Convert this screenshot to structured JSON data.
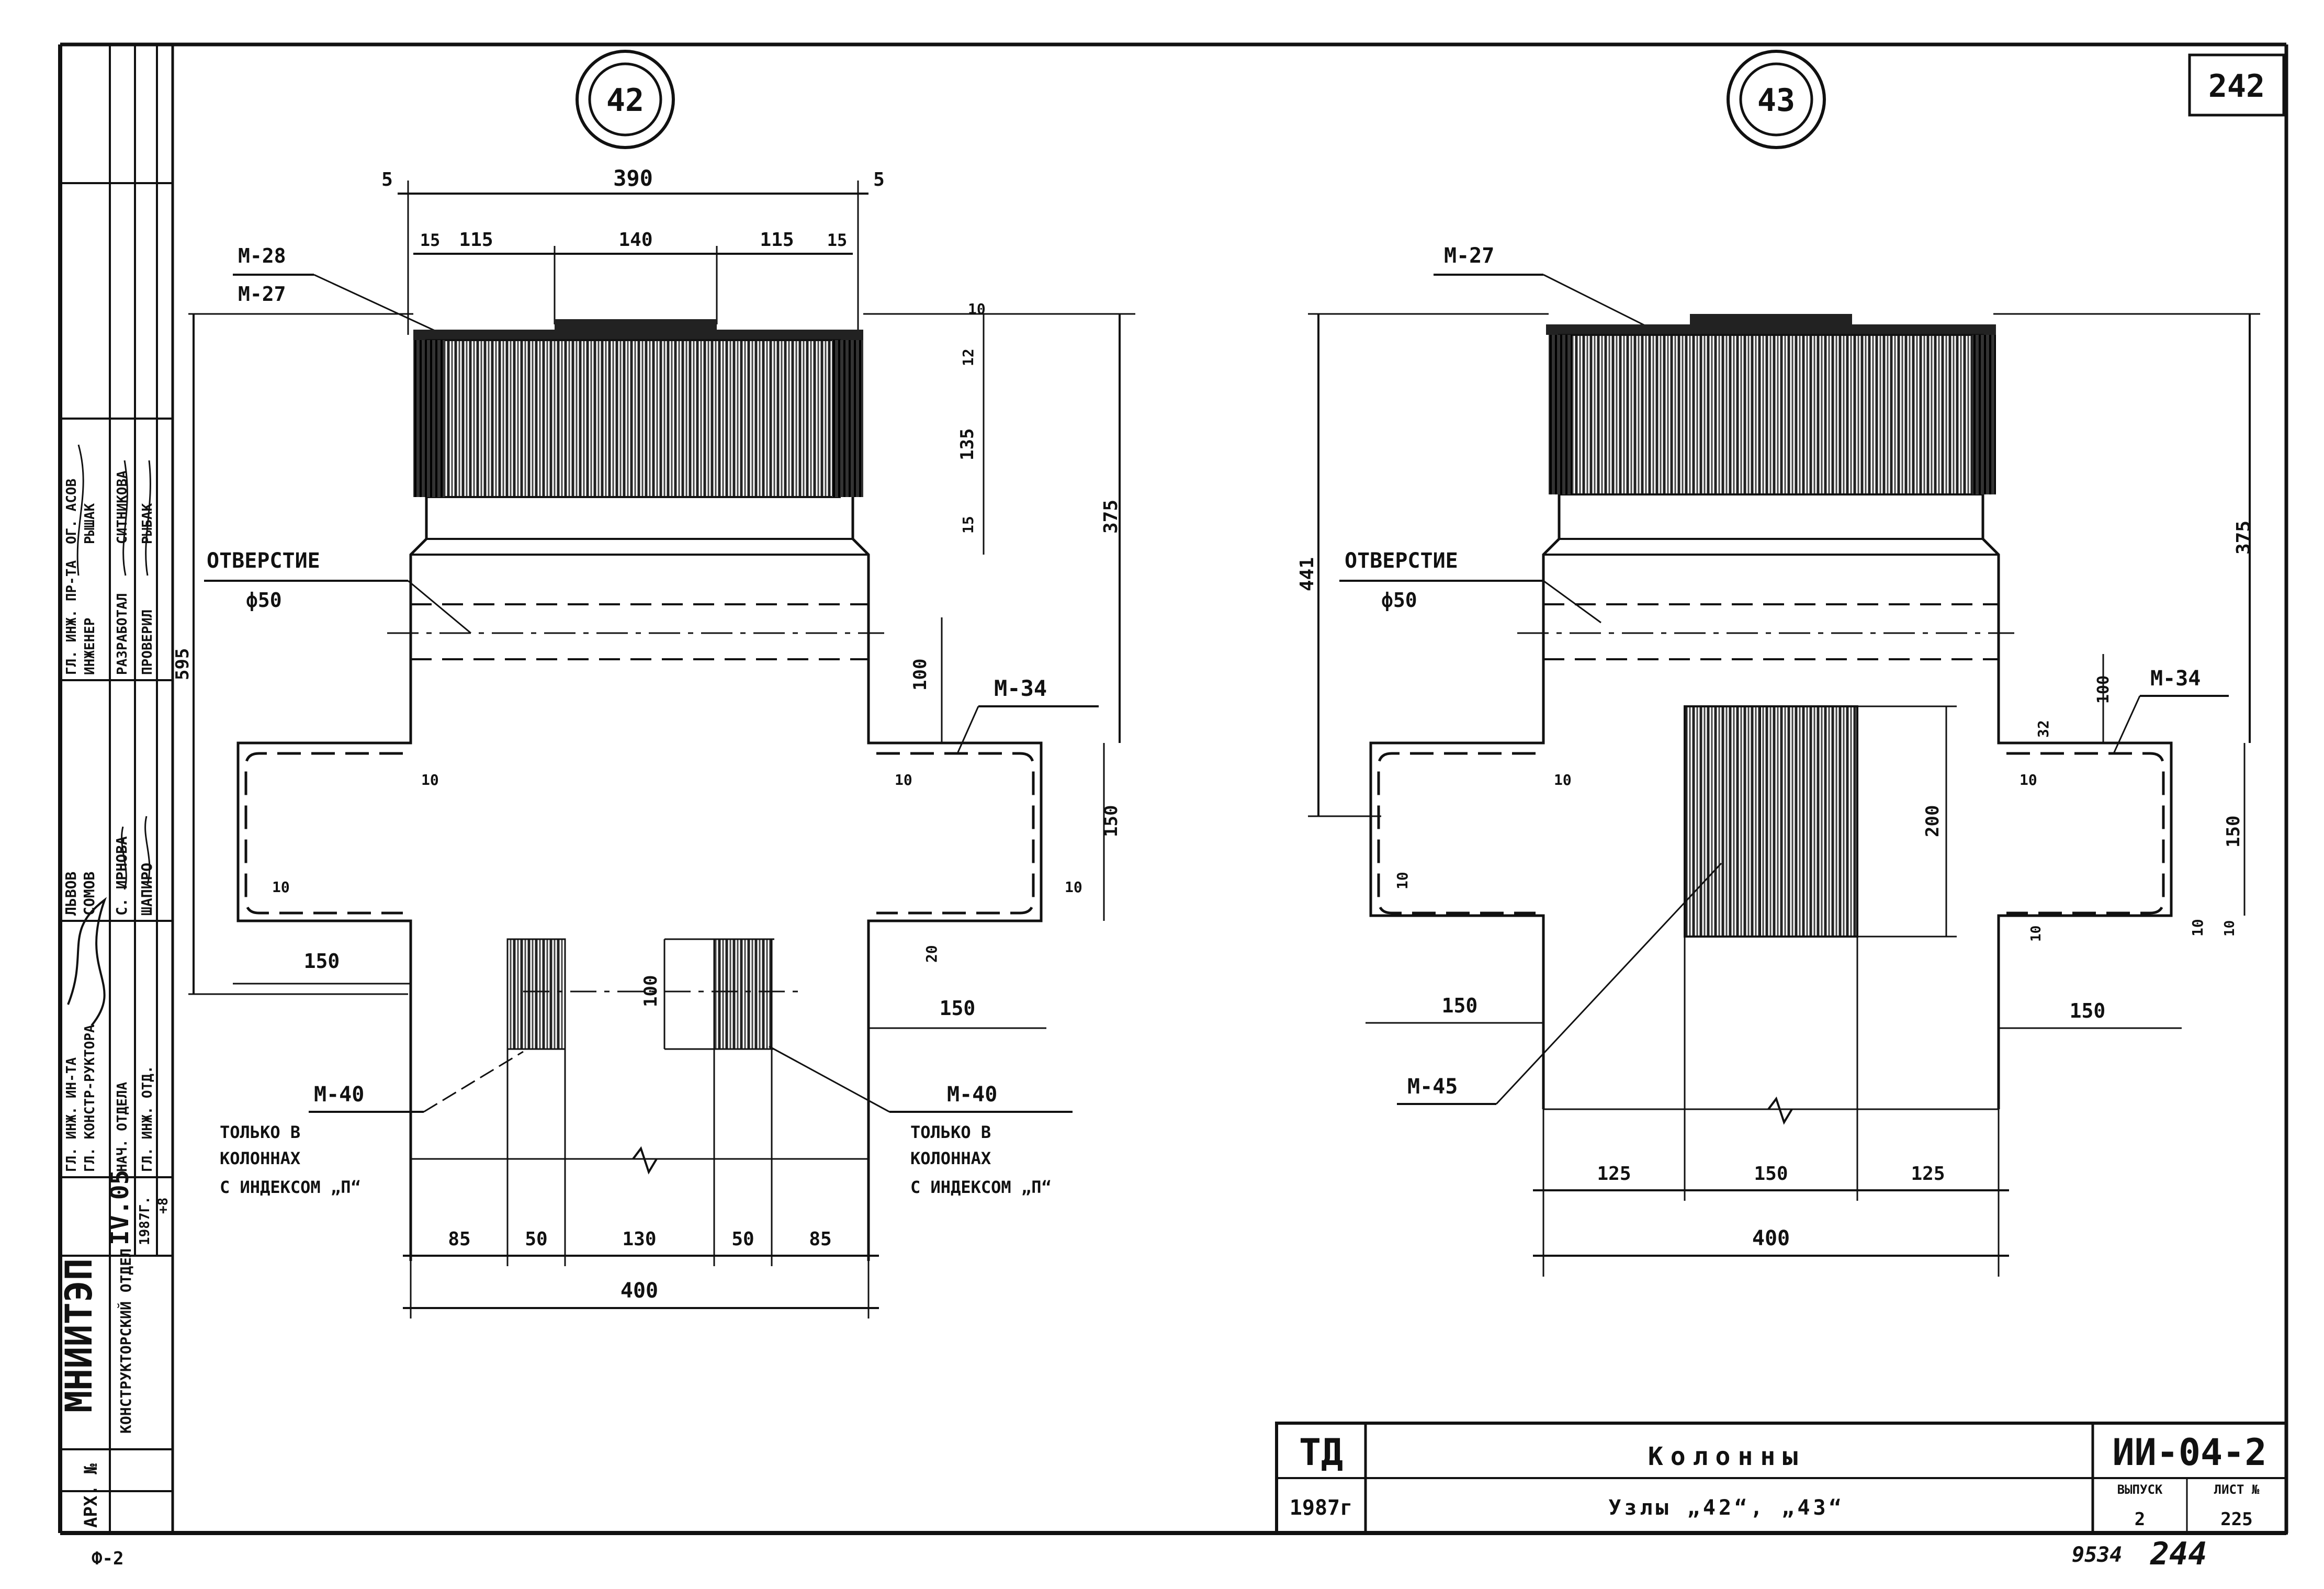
{
  "sheet_number": "242",
  "stamp": {
    "org": "МНИИТЭП",
    "department": "КОНСТРУКТОРСКИЙ ОТДЕЛ",
    "date": "IV.05",
    "year": "1987Г.",
    "arch_label": "АРХ. №",
    "roles": [
      {
        "title": "ГЛ. ИНЖ. ИН-ТА",
        "name": "ЛЬВОВ"
      },
      {
        "title": "ГЛ. КОНСТР-РУКТОРА",
        "name": "СОМОВ"
      },
      {
        "title": "НАЧ. ОТДЕЛА",
        "name": "С. ИРНОВА"
      },
      {
        "title": "ГЛ. ИНЖ. ОТД.",
        "name": "ШАПИРО"
      },
      {
        "title": "ГЛ. ИНЖ. ПР-ТА",
        "name": "ОГ. АСОВ"
      },
      {
        "title": "ИНЖЕНЕР",
        "name": "РЫШАК"
      },
      {
        "title": "РАЗРАБОТАЛ",
        "name": "СИТНИКОВА"
      },
      {
        "title": "ПРОВЕРИЛ",
        "name": "РЫБАК"
      }
    ],
    "small_code": "+8"
  },
  "node_42": {
    "label": "42",
    "top_width": "390",
    "offset_left": "5",
    "offset_right": "5",
    "top_parts": [
      "15",
      "115",
      "140",
      "115",
      "15"
    ],
    "m_top_a": "М-28",
    "m_top_b": "М-27",
    "hole_label": "ОТВЕРСТИЕ",
    "hole_dia": "ф50",
    "dim_10_top": "10",
    "dim_12": "12",
    "dim_135": "135",
    "dim_15": "15",
    "dim_375": "375",
    "dim_100": "100",
    "dim_595": "595",
    "m34": "М-34",
    "dim_150_v": "150",
    "dim_10_a": "10",
    "dim_10_b": "10",
    "dim_10_c": "10",
    "dim_10_d": "10",
    "dim_20": "20",
    "dim_150_l": "150",
    "dim_150_r": "150",
    "dim_100_mid": "100",
    "m40_left": "М-40",
    "m40_left_note": [
      "ТОЛЬКО В",
      "КОЛОННАХ",
      "С ИНДЕКСОМ „П“"
    ],
    "m40_right": "М-40",
    "m40_right_note": [
      "ТОЛЬКО В",
      "КОЛОННАХ",
      "С ИНДЕКСОМ „П“"
    ],
    "bottom_parts": [
      "85",
      "50",
      "130",
      "50",
      "85"
    ],
    "bottom_total": "400"
  },
  "node_43": {
    "label": "43",
    "m_top": "М-27",
    "hole_label": "ОТВЕРСТИЕ",
    "hole_dia": "ф50",
    "dim_441": "441",
    "dim_375": "375",
    "dim_100": "100",
    "m34": "М-34",
    "dim_32": "32",
    "dim_200": "200",
    "dim_150_v": "150",
    "dim_10_a": "10",
    "dim_10_b": "10",
    "dim_10_c": "10",
    "dim_10_d": "10",
    "dim_10_e": "10",
    "dim_10_f": "10",
    "dim_150_l": "150",
    "dim_150_r": "150",
    "m45": "М-45",
    "bottom_parts": [
      "125",
      "150",
      "125"
    ],
    "bottom_total": "400"
  },
  "title_block": {
    "org_short": "ТД",
    "year": "1987г",
    "title": "Колонны",
    "subtitle": "Узлы „42“, „43“",
    "code": "ИИ-04-2",
    "issue_label": "ВЫПУСК",
    "issue": "2",
    "sheet_label": "ЛИСТ №",
    "sheet": "225"
  },
  "footer_left": "Ф-2",
  "footer_right_a": "9534",
  "footer_right_b": "244"
}
